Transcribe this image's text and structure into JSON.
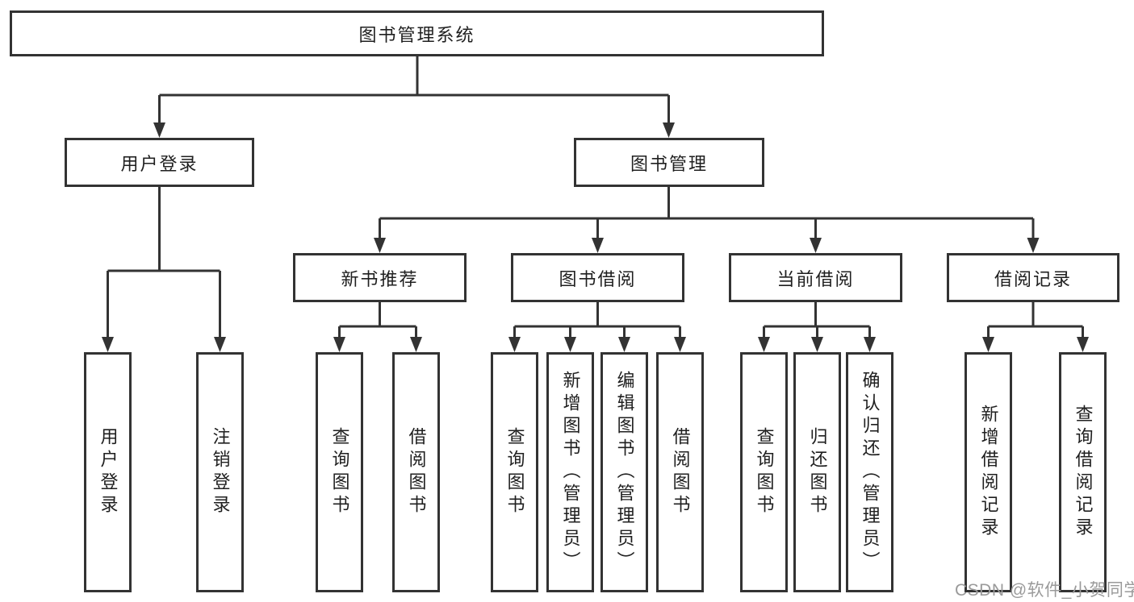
{
  "colors": {
    "line": "#333333",
    "box_border": "#333333",
    "text": "#1f1f1f",
    "watermark": "#9a9a9a",
    "background": "#ffffff"
  },
  "diagram": {
    "root": {
      "label": "图书管理系统"
    },
    "branches": [
      {
        "label": "用户登录",
        "children": [
          {
            "label": "用户登录"
          },
          {
            "label": "注销登录"
          }
        ]
      },
      {
        "label": "图书管理",
        "children": [
          {
            "label": "新书推荐",
            "children": [
              {
                "label": "查询图书"
              },
              {
                "label": "借阅图书"
              }
            ]
          },
          {
            "label": "图书借阅",
            "children": [
              {
                "label": "查询图书"
              },
              {
                "label": "新增图书（管理员）"
              },
              {
                "label": "编辑图书（管理员）"
              },
              {
                "label": "借阅图书"
              }
            ]
          },
          {
            "label": "当前借阅",
            "children": [
              {
                "label": "查询图书"
              },
              {
                "label": "归还图书"
              },
              {
                "label": "确认归还（管理员）"
              }
            ]
          },
          {
            "label": "借阅记录",
            "children": [
              {
                "label": "新增借阅记录"
              },
              {
                "label": "查询借阅记录"
              }
            ]
          }
        ]
      }
    ],
    "watermark": "CSDN @软件_小贺同学"
  }
}
